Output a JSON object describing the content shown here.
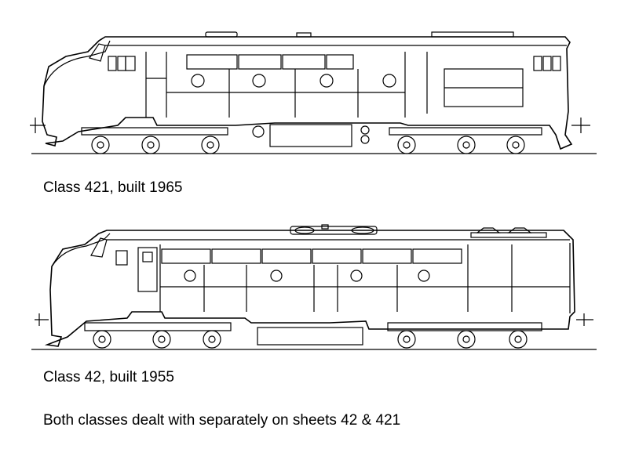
{
  "captions": {
    "class_421": "Class 421, built 1965",
    "class_42": "Class 42, built 1955",
    "note": "Both classes dealt with separately on sheets 42 & 421"
  },
  "colors": {
    "line": "#000000",
    "background": "#ffffff"
  }
}
